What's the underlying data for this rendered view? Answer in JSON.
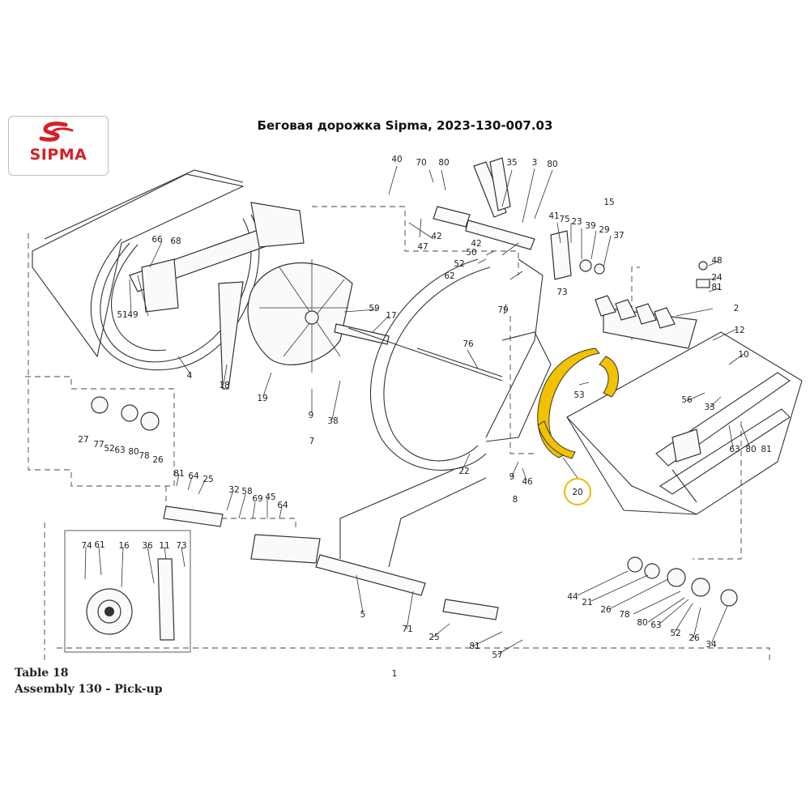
{
  "header": {
    "title": "Беговая дорожка Sipma, 2023-130-007.03",
    "logo": "SIPMA"
  },
  "caption": {
    "table": "Table 18",
    "assembly": "Assembly 130 - Pick-up"
  },
  "highlight": {
    "part": "20",
    "color": "#f2c200",
    "ring_color": "#e2c000"
  },
  "callouts": [
    "40",
    "70",
    "80",
    "35",
    "3",
    "80",
    "15",
    "42",
    "47",
    "41",
    "75",
    "23",
    "39",
    "29",
    "37",
    "42",
    "50",
    "52",
    "62",
    "73",
    "48",
    "24",
    "81",
    "2",
    "12",
    "10",
    "66",
    "68",
    "51",
    "49",
    "59",
    "17",
    "76",
    "79",
    "53",
    "56",
    "33",
    "63",
    "80",
    "81",
    "4",
    "18",
    "19",
    "9",
    "38",
    "7",
    "27",
    "77",
    "52",
    "63",
    "80",
    "78",
    "26",
    "22",
    "9",
    "46",
    "8",
    "20",
    "81",
    "64",
    "25",
    "32",
    "58",
    "69",
    "45",
    "64",
    "74",
    "61",
    "16",
    "36",
    "11",
    "73",
    "5",
    "71",
    "25",
    "44",
    "21",
    "26",
    "78",
    "80",
    "63",
    "52",
    "26",
    "34",
    "81",
    "57",
    "1"
  ]
}
